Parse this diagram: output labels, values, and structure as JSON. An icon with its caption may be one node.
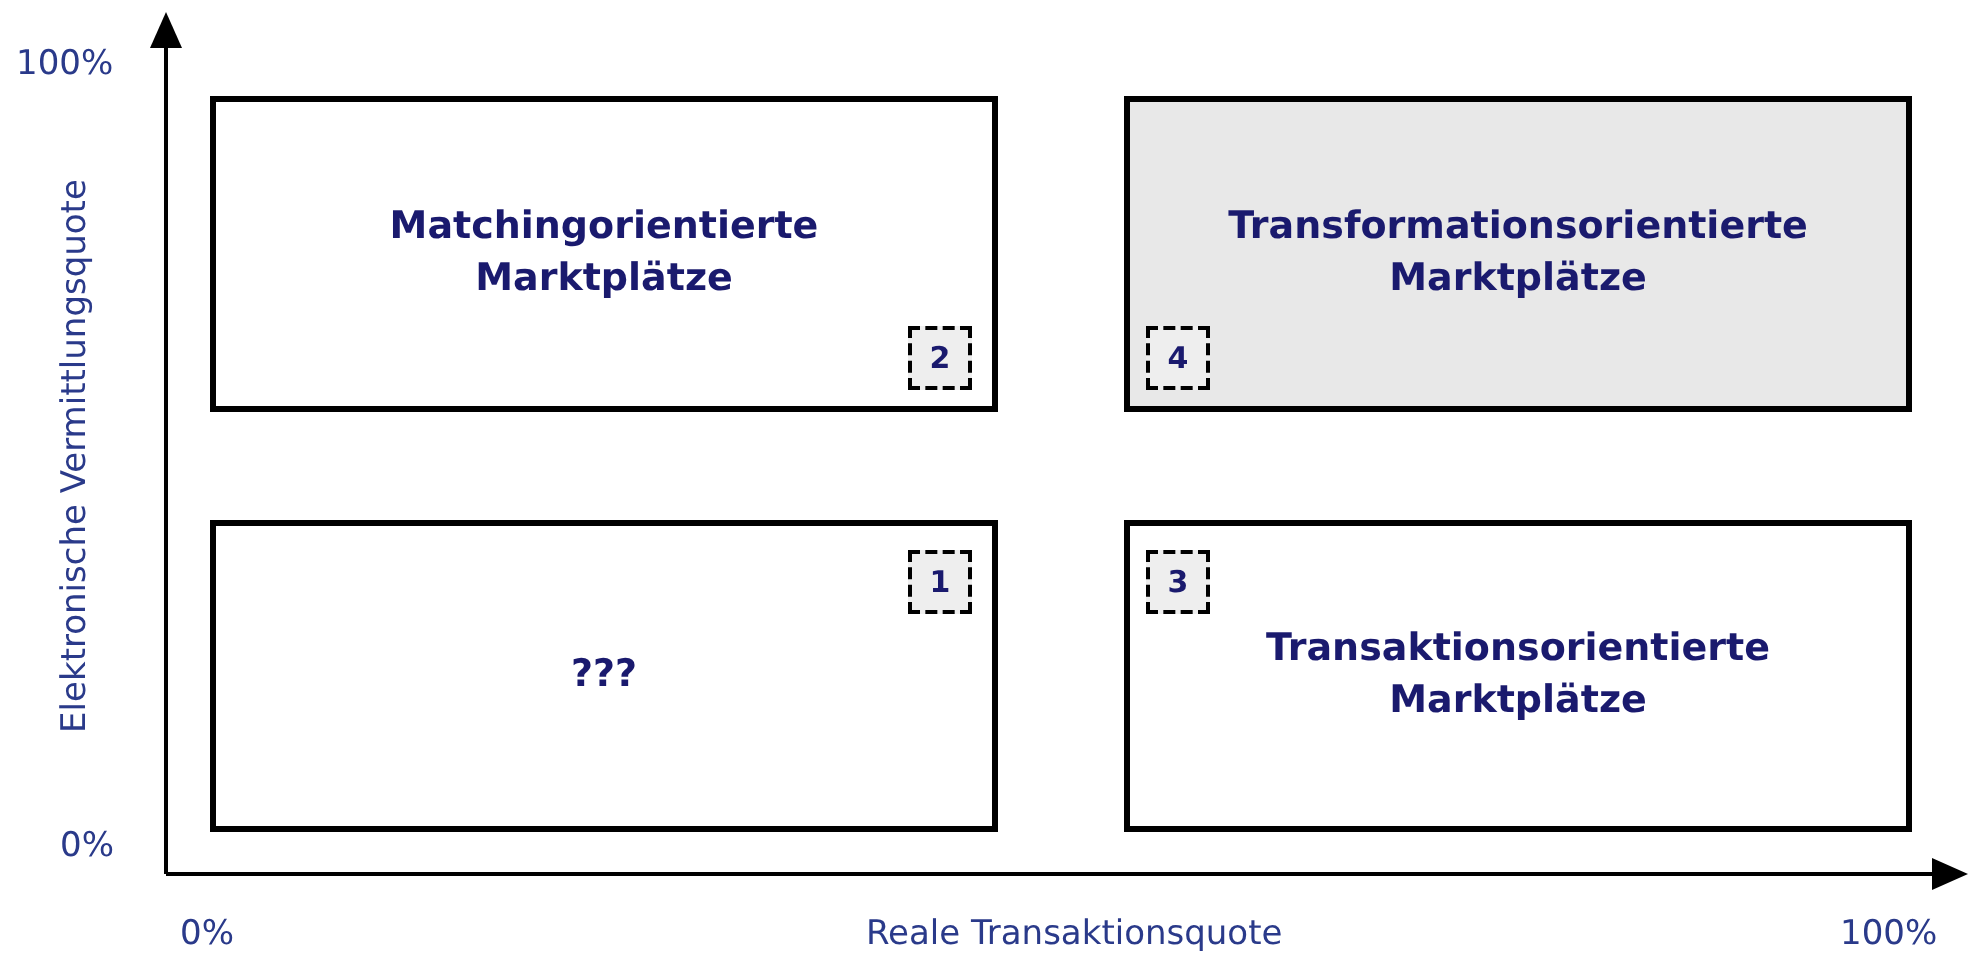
{
  "diagram": {
    "nodes": [
      {
        "text": [
          "Matchingorientierte Marktplätze"
        ]
      },
      {
        "text": [
          "2"
        ],
        "in": 0
      },
      {
        "text": [
          "Transformationsorientierte Marktplätze"
        ]
      },
      {
        "text": [
          "4"
        ],
        "in": 2
      },
      {
        "text": [
          "???"
        ]
      },
      {
        "text": [
          "1"
        ],
        "in": 4
      },
      {
        "text": [
          "Transaktionsorientierte Marktplätze"
        ]
      },
      {
        "text": [
          "3"
        ],
        "in": 6
      }
    ],
    "labels": [
      "100%",
      "Elektronische Vermittlungsquote",
      "0%",
      "0%",
      "Reale Transaktionsquote",
      "100%"
    ]
  }
}
